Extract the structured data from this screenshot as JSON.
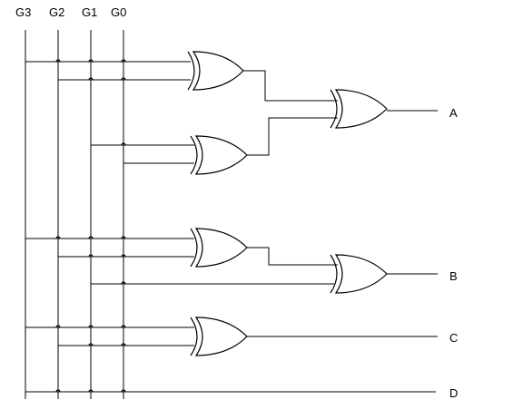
{
  "inputs": [
    {
      "id": "g3",
      "label": "G3"
    },
    {
      "id": "g2",
      "label": "G2"
    },
    {
      "id": "g1",
      "label": "G1"
    },
    {
      "id": "g0",
      "label": "G0"
    }
  ],
  "outputs": [
    {
      "id": "a",
      "label": "A"
    },
    {
      "id": "b",
      "label": "B"
    },
    {
      "id": "c",
      "label": "C"
    },
    {
      "id": "d",
      "label": "D"
    }
  ],
  "gates": [
    {
      "id": "xor1",
      "type": "XOR",
      "inputs": [
        "G3",
        "G2"
      ]
    },
    {
      "id": "xor2",
      "type": "XOR",
      "inputs": [
        "G1",
        "G0"
      ]
    },
    {
      "id": "xor3",
      "type": "XOR",
      "inputs": [
        "xor1",
        "xor2"
      ],
      "output": "A"
    },
    {
      "id": "xor4",
      "type": "XOR",
      "inputs": [
        "G3",
        "G2"
      ]
    },
    {
      "id": "xor5",
      "type": "XOR",
      "inputs": [
        "xor4",
        "G1"
      ],
      "output": "B"
    },
    {
      "id": "xor6",
      "type": "XOR",
      "inputs": [
        "G3",
        "G2"
      ],
      "output": "C"
    }
  ],
  "direct_connections": [
    {
      "from": "G3",
      "to": "D"
    }
  ]
}
